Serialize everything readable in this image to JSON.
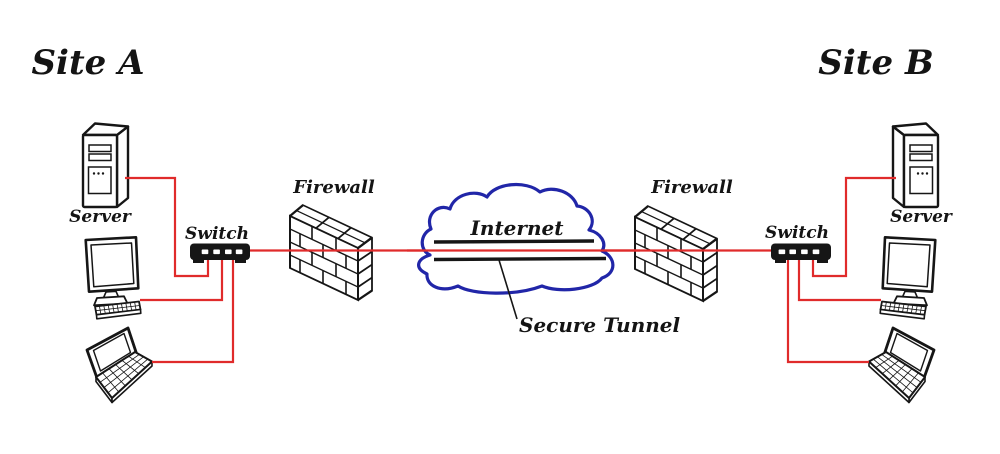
{
  "diagram": {
    "type": "site-to-site-vpn-network-topology",
    "sites": [
      {
        "title": "Site A",
        "devices": {
          "server": "Server",
          "switch": "Switch",
          "firewall": "Firewall"
        }
      },
      {
        "title": "Site B",
        "devices": {
          "server": "Server",
          "switch": "Switch",
          "firewall": "Firewall"
        }
      }
    ],
    "internet": {
      "label": "Internet"
    },
    "tunnel": {
      "label": "Secure Tunnel"
    },
    "colors": {
      "connection_red": "#e02b2b",
      "cloud_blue": "#2126a8",
      "ink_black": "#161616"
    },
    "connections": [
      "Site A Server — Site A Switch",
      "Site A Workstation — Site A Switch",
      "Site A Laptop — Site A Switch",
      "Site A Switch — Firewall — Internet (Secure Tunnel) — Firewall — Site B Switch",
      "Site B Server — Site B Switch",
      "Site B Workstation — Site B Switch",
      "Site B Laptop — Site B Switch"
    ]
  }
}
